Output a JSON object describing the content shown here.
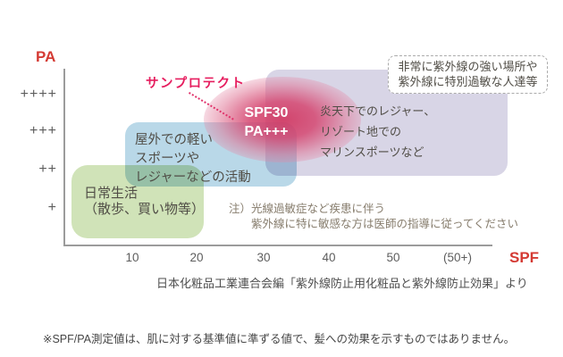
{
  "axes": {
    "y_label": "PA",
    "x_label": "SPF",
    "y_ticks": [
      "++++",
      "+++",
      "++",
      "+"
    ],
    "x_ticks": [
      "10",
      "20",
      "30",
      "40",
      "50",
      "(50+)"
    ],
    "axis_color": "#9b9b9b",
    "label_color": "#d43a33"
  },
  "product": {
    "name": "サンプロテクト",
    "spf": "SPF30",
    "pa": "PA+++",
    "accent_color": "#e61e5f"
  },
  "regions": {
    "daily": {
      "lines": [
        "日常生活",
        "（散歩、買い物等）"
      ],
      "color": "#d0e3b8"
    },
    "outdoor": {
      "lines": [
        "屋外での軽い",
        "スポーツや",
        "レジャーなどの活動"
      ],
      "color": "#b9d8e8"
    },
    "resort": {
      "lines": [
        "炎天下でのレジャー、",
        "リゾート地での",
        "マリンスポーツなど"
      ],
      "color": "#d8d5e6"
    }
  },
  "note_box": {
    "lines": [
      "非常に紫外線の強い場所や",
      "紫外線に特別過敏な人達等"
    ]
  },
  "caution": {
    "line1": "注）光線過敏症など疾患に伴う",
    "line2": "紫外線に特に敏感な方は医師の指導に従ってください"
  },
  "attribution": "日本化粧品工業連合会編「紫外線防止用化粧品と紫外線防止効果」より",
  "footnote": "※SPF/PA測定値は、肌に対する基準値に準ずる値で、髪への効果を示すものではありません。",
  "chart_data": {
    "type": "area",
    "title": "",
    "xlabel": "SPF",
    "ylabel": "PA",
    "x_ticks": [
      "10",
      "20",
      "30",
      "40",
      "50",
      "(50+)"
    ],
    "y_ticks": [
      "+",
      "++",
      "+++",
      "++++"
    ],
    "grid": false,
    "regions": [
      {
        "label": "日常生活（散歩、買い物等）",
        "spf_range": [
          1,
          21
        ],
        "pa_range": [
          "+",
          "++"
        ],
        "color": "#d0e3b8"
      },
      {
        "label": "屋外での軽いスポーツやレジャーなどの活動",
        "spf_range": [
          9,
          35
        ],
        "pa_range": [
          "++",
          "+++"
        ],
        "color": "#b9d8e8"
      },
      {
        "label": "炎天下でのレジャー、リゾート地でのマリンスポーツなど",
        "spf_range": [
          30,
          "50+"
        ],
        "pa_range": [
          "+++",
          "++++"
        ],
        "color": "#d8d5e6"
      }
    ],
    "annotations": [
      {
        "label": "非常に紫外線の強い場所や紫外線に特別過敏な人達等",
        "style": "dashed-box",
        "position": "top-right"
      },
      {
        "label": "注）光線過敏症など疾患に伴う紫外線に特に敏感な方は医師の指導に従ってください",
        "style": "plain-note"
      }
    ],
    "product_point": {
      "name": "サンプロテクト",
      "spf": 30,
      "pa": "+++",
      "marker": "pink-radial-blob"
    }
  }
}
